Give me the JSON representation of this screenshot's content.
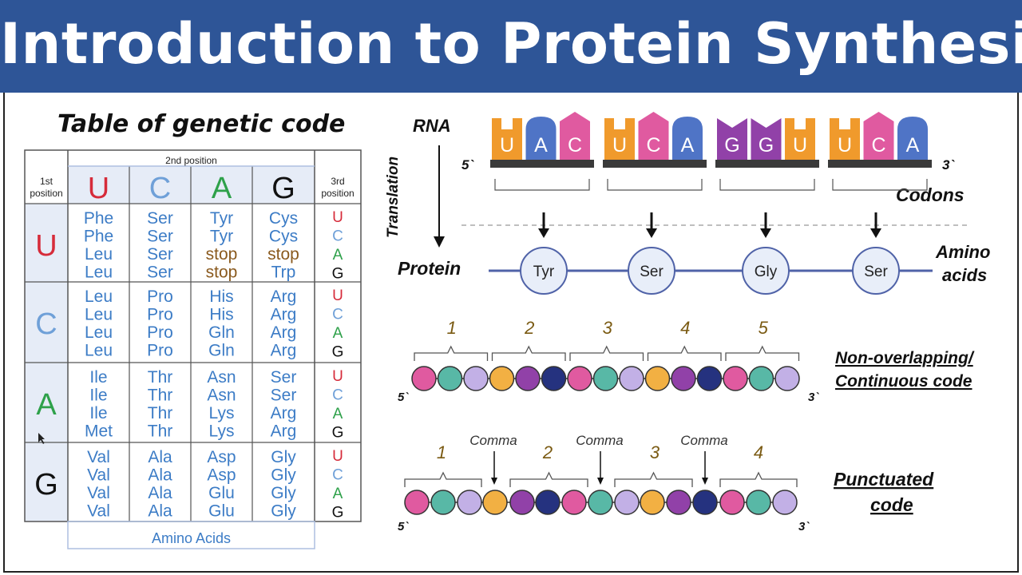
{
  "title": "Introduction to Protein Synthesis",
  "colors": {
    "banner": "#2e5597",
    "table_border": "#555555",
    "table_accent": "#aebfe0",
    "table_shade": "#e6ecf7",
    "base_U": "#d62b3a",
    "base_C": "#6fa0d8",
    "base_A": "#2ea14a",
    "base_G": "#111111",
    "amino": "#3c7cc6",
    "stop": "#8a5a1e",
    "orange": "#f09a2c",
    "pink": "#e05aa0",
    "blue": "#4f74c6",
    "purple": "#9141a8",
    "navy": "#25327f",
    "teal": "#58b8a6",
    "lavender": "#c2b0e6",
    "yellow": "#f2b043",
    "codon_text": "#ffffff",
    "line": "#5063a8",
    "node_fill": "#e8eef9",
    "brace": "#555555",
    "label_gold": "#7a5a12"
  },
  "genetic_table": {
    "title": "Table of genetic code",
    "second_position_label": "2nd position",
    "first_position_label": "1st\nposition",
    "third_position_label": "3rd\nposition",
    "first_pos_line1": "1st",
    "first_pos_line2": "position",
    "third_pos_line1": "3rd",
    "third_pos_line2": "position",
    "footer": "Amino Acids",
    "bases": [
      "U",
      "C",
      "A",
      "G"
    ],
    "rows": [
      {
        "first": "U",
        "cells": [
          [
            "Phe",
            "Phe",
            "Leu",
            "Leu"
          ],
          [
            "Ser",
            "Ser",
            "Ser",
            "Ser"
          ],
          [
            "Tyr",
            "Tyr",
            "stop",
            "stop"
          ],
          [
            "Cys",
            "Cys",
            "stop",
            "Trp"
          ]
        ]
      },
      {
        "first": "C",
        "cells": [
          [
            "Leu",
            "Leu",
            "Leu",
            "Leu"
          ],
          [
            "Pro",
            "Pro",
            "Pro",
            "Pro"
          ],
          [
            "His",
            "His",
            "Gln",
            "Gln"
          ],
          [
            "Arg",
            "Arg",
            "Arg",
            "Arg"
          ]
        ]
      },
      {
        "first": "A",
        "cells": [
          [
            "Ile",
            "Ile",
            "Ile",
            "Met"
          ],
          [
            "Thr",
            "Thr",
            "Thr",
            "Thr"
          ],
          [
            "Asn",
            "Asn",
            "Lys",
            "Lys"
          ],
          [
            "Ser",
            "Ser",
            "Arg",
            "Arg"
          ]
        ]
      },
      {
        "first": "G",
        "cells": [
          [
            "Val",
            "Val",
            "Val",
            "Val"
          ],
          [
            "Ala",
            "Ala",
            "Ala",
            "Ala"
          ],
          [
            "Asp",
            "Asp",
            "Glu",
            "Glu"
          ],
          [
            "Gly",
            "Gly",
            "Gly",
            "Gly"
          ]
        ]
      }
    ],
    "third": [
      "U",
      "C",
      "A",
      "G"
    ]
  },
  "translation": {
    "rna_label": "RNA",
    "five_prime": "5`",
    "three_prime": "3`",
    "translation_label": "Translation",
    "protein_label": "Protein",
    "codons_label": "Codons",
    "amino_label_1": "Amino",
    "amino_label_2": "acids",
    "codons": [
      {
        "bases": [
          "U",
          "A",
          "C"
        ],
        "colors": [
          "orange",
          "blue",
          "pink"
        ]
      },
      {
        "bases": [
          "U",
          "C",
          "A"
        ],
        "colors": [
          "orange",
          "pink",
          "blue"
        ]
      },
      {
        "bases": [
          "G",
          "G",
          "U"
        ],
        "colors": [
          "purple",
          "purple",
          "orange"
        ]
      },
      {
        "bases": [
          "U",
          "C",
          "A"
        ],
        "colors": [
          "orange",
          "pink",
          "blue"
        ]
      }
    ],
    "amino_acids": [
      "Tyr",
      "Ser",
      "Gly",
      "Ser"
    ]
  },
  "non_overlapping": {
    "label_1": "Non-overlapping/",
    "label_2": "Continuous code",
    "numbers": [
      "1",
      "2",
      "3",
      "4",
      "5"
    ],
    "five_prime": "5`",
    "three_prime": "3`",
    "beads": [
      "pink",
      "teal",
      "lavender",
      "yellow",
      "purple",
      "navy",
      "pink",
      "teal",
      "lavender",
      "yellow",
      "purple",
      "navy",
      "pink",
      "teal",
      "lavender"
    ]
  },
  "punctuated": {
    "label_1": "Punctuated",
    "label_2": "code",
    "numbers": [
      "1",
      "2",
      "3",
      "4"
    ],
    "comma_label": "Comma",
    "five_prime": "5`",
    "three_prime": "3`",
    "beads": [
      "pink",
      "teal",
      "lavender",
      "yellow",
      "purple",
      "navy",
      "pink",
      "teal",
      "lavender",
      "yellow",
      "purple",
      "navy",
      "pink",
      "teal",
      "lavender"
    ]
  }
}
